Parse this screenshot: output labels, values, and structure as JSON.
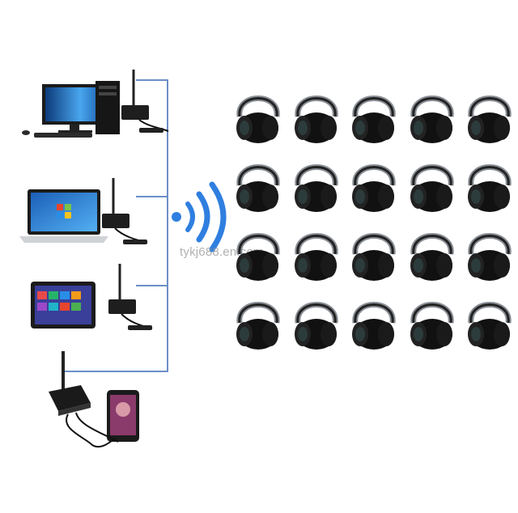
{
  "watermark": {
    "text": "tykj688.en.com"
  },
  "colors": {
    "connector": "#6b8fc7",
    "signal": "#2f7fe0",
    "device_dark": "#1a1a1a",
    "headphone_band": "#8a8f96",
    "headphone_cup": "#111111",
    "screen_blue": "#2a7fd6"
  },
  "sources": [
    {
      "name": "desktop-computer"
    },
    {
      "name": "laptop"
    },
    {
      "name": "tablet"
    },
    {
      "name": "smartphone"
    }
  ],
  "headphones": {
    "rows": 4,
    "cols": 5,
    "count": 20
  }
}
